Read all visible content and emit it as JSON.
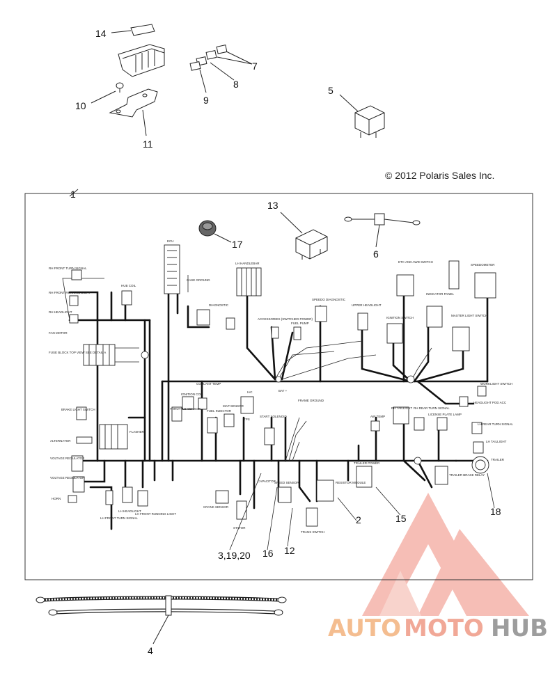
{
  "copyright": "© 2012 Polaris Sales Inc.",
  "callouts": [
    "1",
    "2",
    "3,19,20",
    "4",
    "5",
    "6",
    "7",
    "8",
    "9",
    "10",
    "11",
    "12",
    "13",
    "14",
    "15",
    "16",
    "17",
    "18"
  ],
  "labels": {
    "ecu": "ECU",
    "lh_handlebar": "LH HANDLEBAR",
    "rh_front_turn_signal": "RH FRONT TURN SIGNAL",
    "rh_front_running_light": "RH FRONT RUNNING LIGHT",
    "rh_headlight": "RH HEADLIGHT",
    "fan_motor": "FAN MOTOR",
    "fuse_block": "FUSE BLOCK TOP VIEW SEE DETAIL A",
    "hub_coil": "HUB COIL",
    "case_ground": "CASE GROUND",
    "diagnostic": "DIAGNOSTIC",
    "accessories": "ACCESSORIES (SWITCHED POWER)",
    "fuel_pump": "FUEL PUMP",
    "speedo_diagnostic": "SPEEDO DIAGNOSTIC",
    "upper_headlight": "UPPER HEADLIGHT",
    "ignition_switch": "IGNITION SWITCH",
    "etc_awd_switch": "ETC AND AWD SWITCH",
    "indicator_panel": "INDICATOR PANEL",
    "speedometer": "SPEEDOMETER",
    "master_light_switch": "MASTER LIGHT SWITCH",
    "worklight_switch": "WORKLIGHT SWITCH",
    "headlight_pod_acc": "HEADLIGHT POD ACC",
    "brake_light_switch": "BRAKE LIGHT SWITCH",
    "coolant_temp": "COOLANT TEMP",
    "ignition_coil": "IGNITION COIL",
    "throttle_sensor": "THROTTLE SENSOR",
    "fuel_injector": "FUEL INJECTOR",
    "map_sensor": "MAP SENSOR",
    "iac": "IAC",
    "tps": "TPS",
    "start_solenoid": "START SOLENOID",
    "frame_ground": "FRAME GROUND",
    "bat": "BAT +",
    "rh_taillight": "RH TAILLIGHT",
    "rh_rear_turn_signal": "RH REAR TURN SIGNAL",
    "license_plate_lamp": "LICENSE PLATE LAMP",
    "lh_rear_turn_signal": "LH REAR TURN SIGNAL",
    "lh_taillight": "LH TAILLIGHT",
    "trailer": "TRAILER",
    "trailer_brake_relay": "TRAILER BRAKE RELAY",
    "trailer_power": "TRAILER POWER",
    "resistor_module": "RESISTOR MODULE",
    "air_temp": "AIR TEMP",
    "alternator": "ALTERNATOR",
    "voltage_regulator_1": "VOLTAGE REGULATOR",
    "voltage_regulator_2": "VOLTAGE REGULATOR",
    "flasher": "FLASHER",
    "horn": "HORN",
    "lh_front_turn_signal": "LH FRONT TURN SIGNAL",
    "lh_headlight": "LH HEADLIGHT",
    "lh_front_running_light": "LH FRONT RUNNING LIGHT",
    "crank_sensor": "CRANK SENSOR",
    "stator": "STATOR",
    "speed_sensor": "SPEED SENSOR",
    "capacitor": "CAPACITOR",
    "trans_switch": "TRANS SWITCH"
  },
  "watermark": {
    "part1": "AUTO",
    "part2": "MOTO",
    "part3": "HUB"
  },
  "colors": {
    "wire": "#111111",
    "watermark_red": "#e8584a",
    "watermark_orange": "#f3b27d",
    "watermark_grey": "#8c8c8c"
  }
}
